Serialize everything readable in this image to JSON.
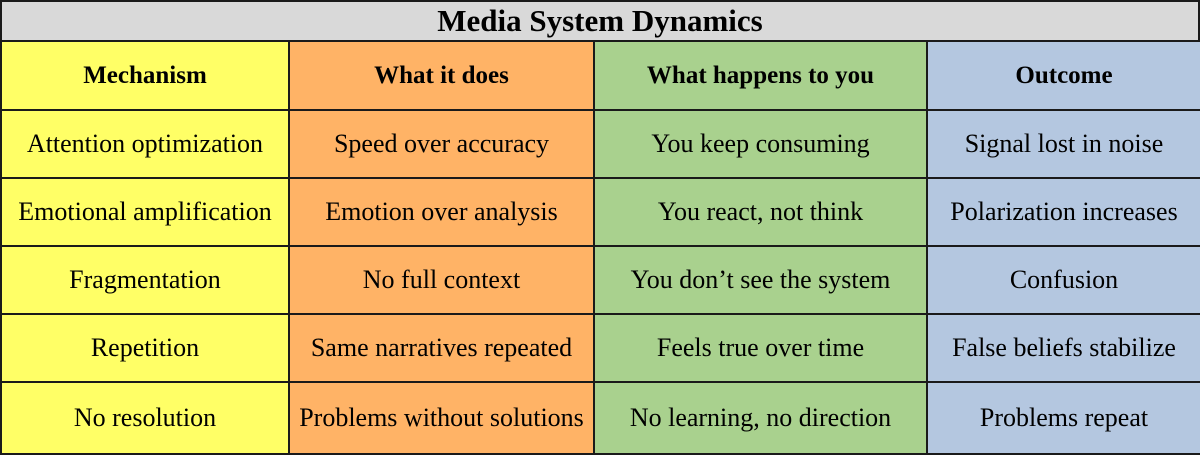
{
  "title": "Media System Dynamics",
  "colors": {
    "title_bg": "#d9d9d9",
    "mechanism": "#ffff66",
    "what_it_does": "#ffb366",
    "what_happens": "#a9d18e",
    "outcome": "#b4c7e0"
  },
  "headers": [
    "Mechanism",
    "What it does",
    "What happens to you",
    "Outcome"
  ],
  "rows": [
    [
      "Attention optimization",
      "Speed over accuracy",
      "You keep consuming",
      "Signal lost in noise"
    ],
    [
      "Emotional amplification",
      "Emotion over analysis",
      "You react, not think",
      "Polarization increases"
    ],
    [
      "Fragmentation",
      "No full context",
      "You don’t see the system",
      "Confusion"
    ],
    [
      "Repetition",
      "Same narratives repeated",
      "Feels true over time",
      "False beliefs stabilize"
    ],
    [
      "No resolution",
      "Problems without solutions",
      "No learning, no direction",
      "Problems repeat"
    ]
  ]
}
